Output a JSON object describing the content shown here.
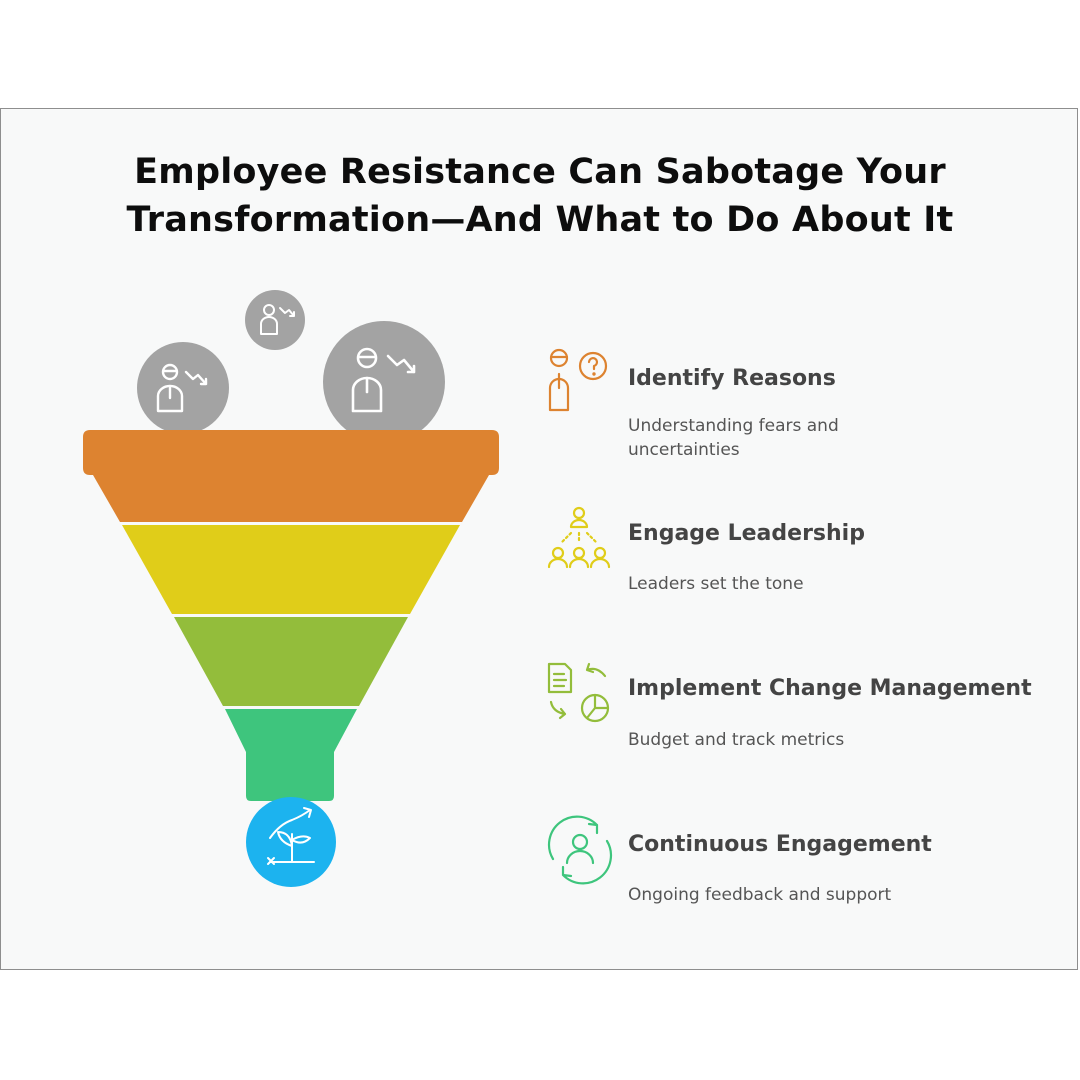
{
  "title": {
    "line1": "Employee Resistance Can Sabotage Your",
    "line2": "Transformation—And What to Do About It"
  },
  "colors": {
    "stage1": "#dd8330",
    "stage2": "#e0cd19",
    "stage3": "#93bd3b",
    "stage4": "#3ec57d",
    "output": "#1cb3ef",
    "bubble": "#a3a3a3"
  },
  "steps": [
    {
      "heading": "Identify Reasons",
      "description": "Understanding fears and uncertainties",
      "icon": "person-question-icon"
    },
    {
      "heading": "Engage Leadership",
      "description": "Leaders set the tone",
      "icon": "leader-team-icon"
    },
    {
      "heading": "Implement Change Management",
      "description": "Budget and track metrics",
      "icon": "document-chart-cycle-icon"
    },
    {
      "heading": "Continuous Engagement",
      "description": "Ongoing feedback and support",
      "icon": "person-cycle-icon"
    }
  ]
}
